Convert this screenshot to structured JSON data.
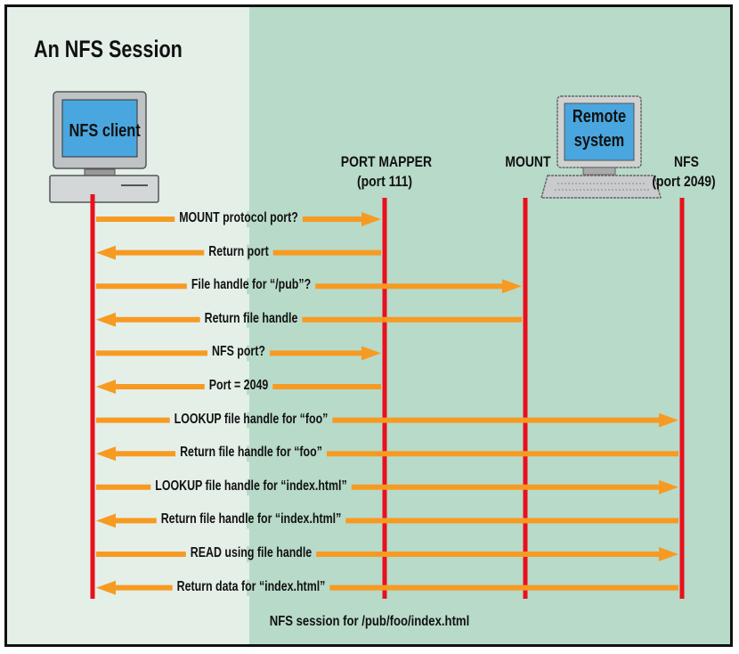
{
  "title": "An NFS Session",
  "caption": "NFS session for /pub/foo/index.html",
  "participants": {
    "client": "NFS client",
    "portmapper": [
      "PORT MAPPER",
      "(port 111)"
    ],
    "mount": "MOUNT",
    "remote": [
      "Remote",
      "system"
    ],
    "nfs": [
      "NFS",
      "(port 2049)"
    ]
  },
  "messages": [
    {
      "text": "MOUNT protocol port?",
      "from": "client",
      "to": "portmapper"
    },
    {
      "text": "Return port",
      "from": "portmapper",
      "to": "client"
    },
    {
      "text": "File handle for “/pub”?",
      "from": "client",
      "to": "mount"
    },
    {
      "text": "Return file handle",
      "from": "mount",
      "to": "client"
    },
    {
      "text": "NFS port?",
      "from": "client",
      "to": "portmapper"
    },
    {
      "text": "Port = 2049",
      "from": "portmapper",
      "to": "client"
    },
    {
      "text": "LOOKUP file handle for “foo”",
      "from": "client",
      "to": "nfs"
    },
    {
      "text": "Return file handle for “foo”",
      "from": "nfs",
      "to": "client"
    },
    {
      "text": "LOOKUP file handle for “index.html”",
      "from": "client",
      "to": "nfs"
    },
    {
      "text": "Return file handle for “index.html”",
      "from": "nfs",
      "to": "client"
    },
    {
      "text": "READ using file handle",
      "from": "client",
      "to": "nfs"
    },
    {
      "text": "Return data for “index.html”",
      "from": "nfs",
      "to": "client"
    }
  ],
  "colors": {
    "lifeline": "#e8101c",
    "arrow": "#f79a22",
    "screen": "#4aa6de",
    "left_bg": "#e4efe8",
    "right_bg": "#b8dac9"
  }
}
